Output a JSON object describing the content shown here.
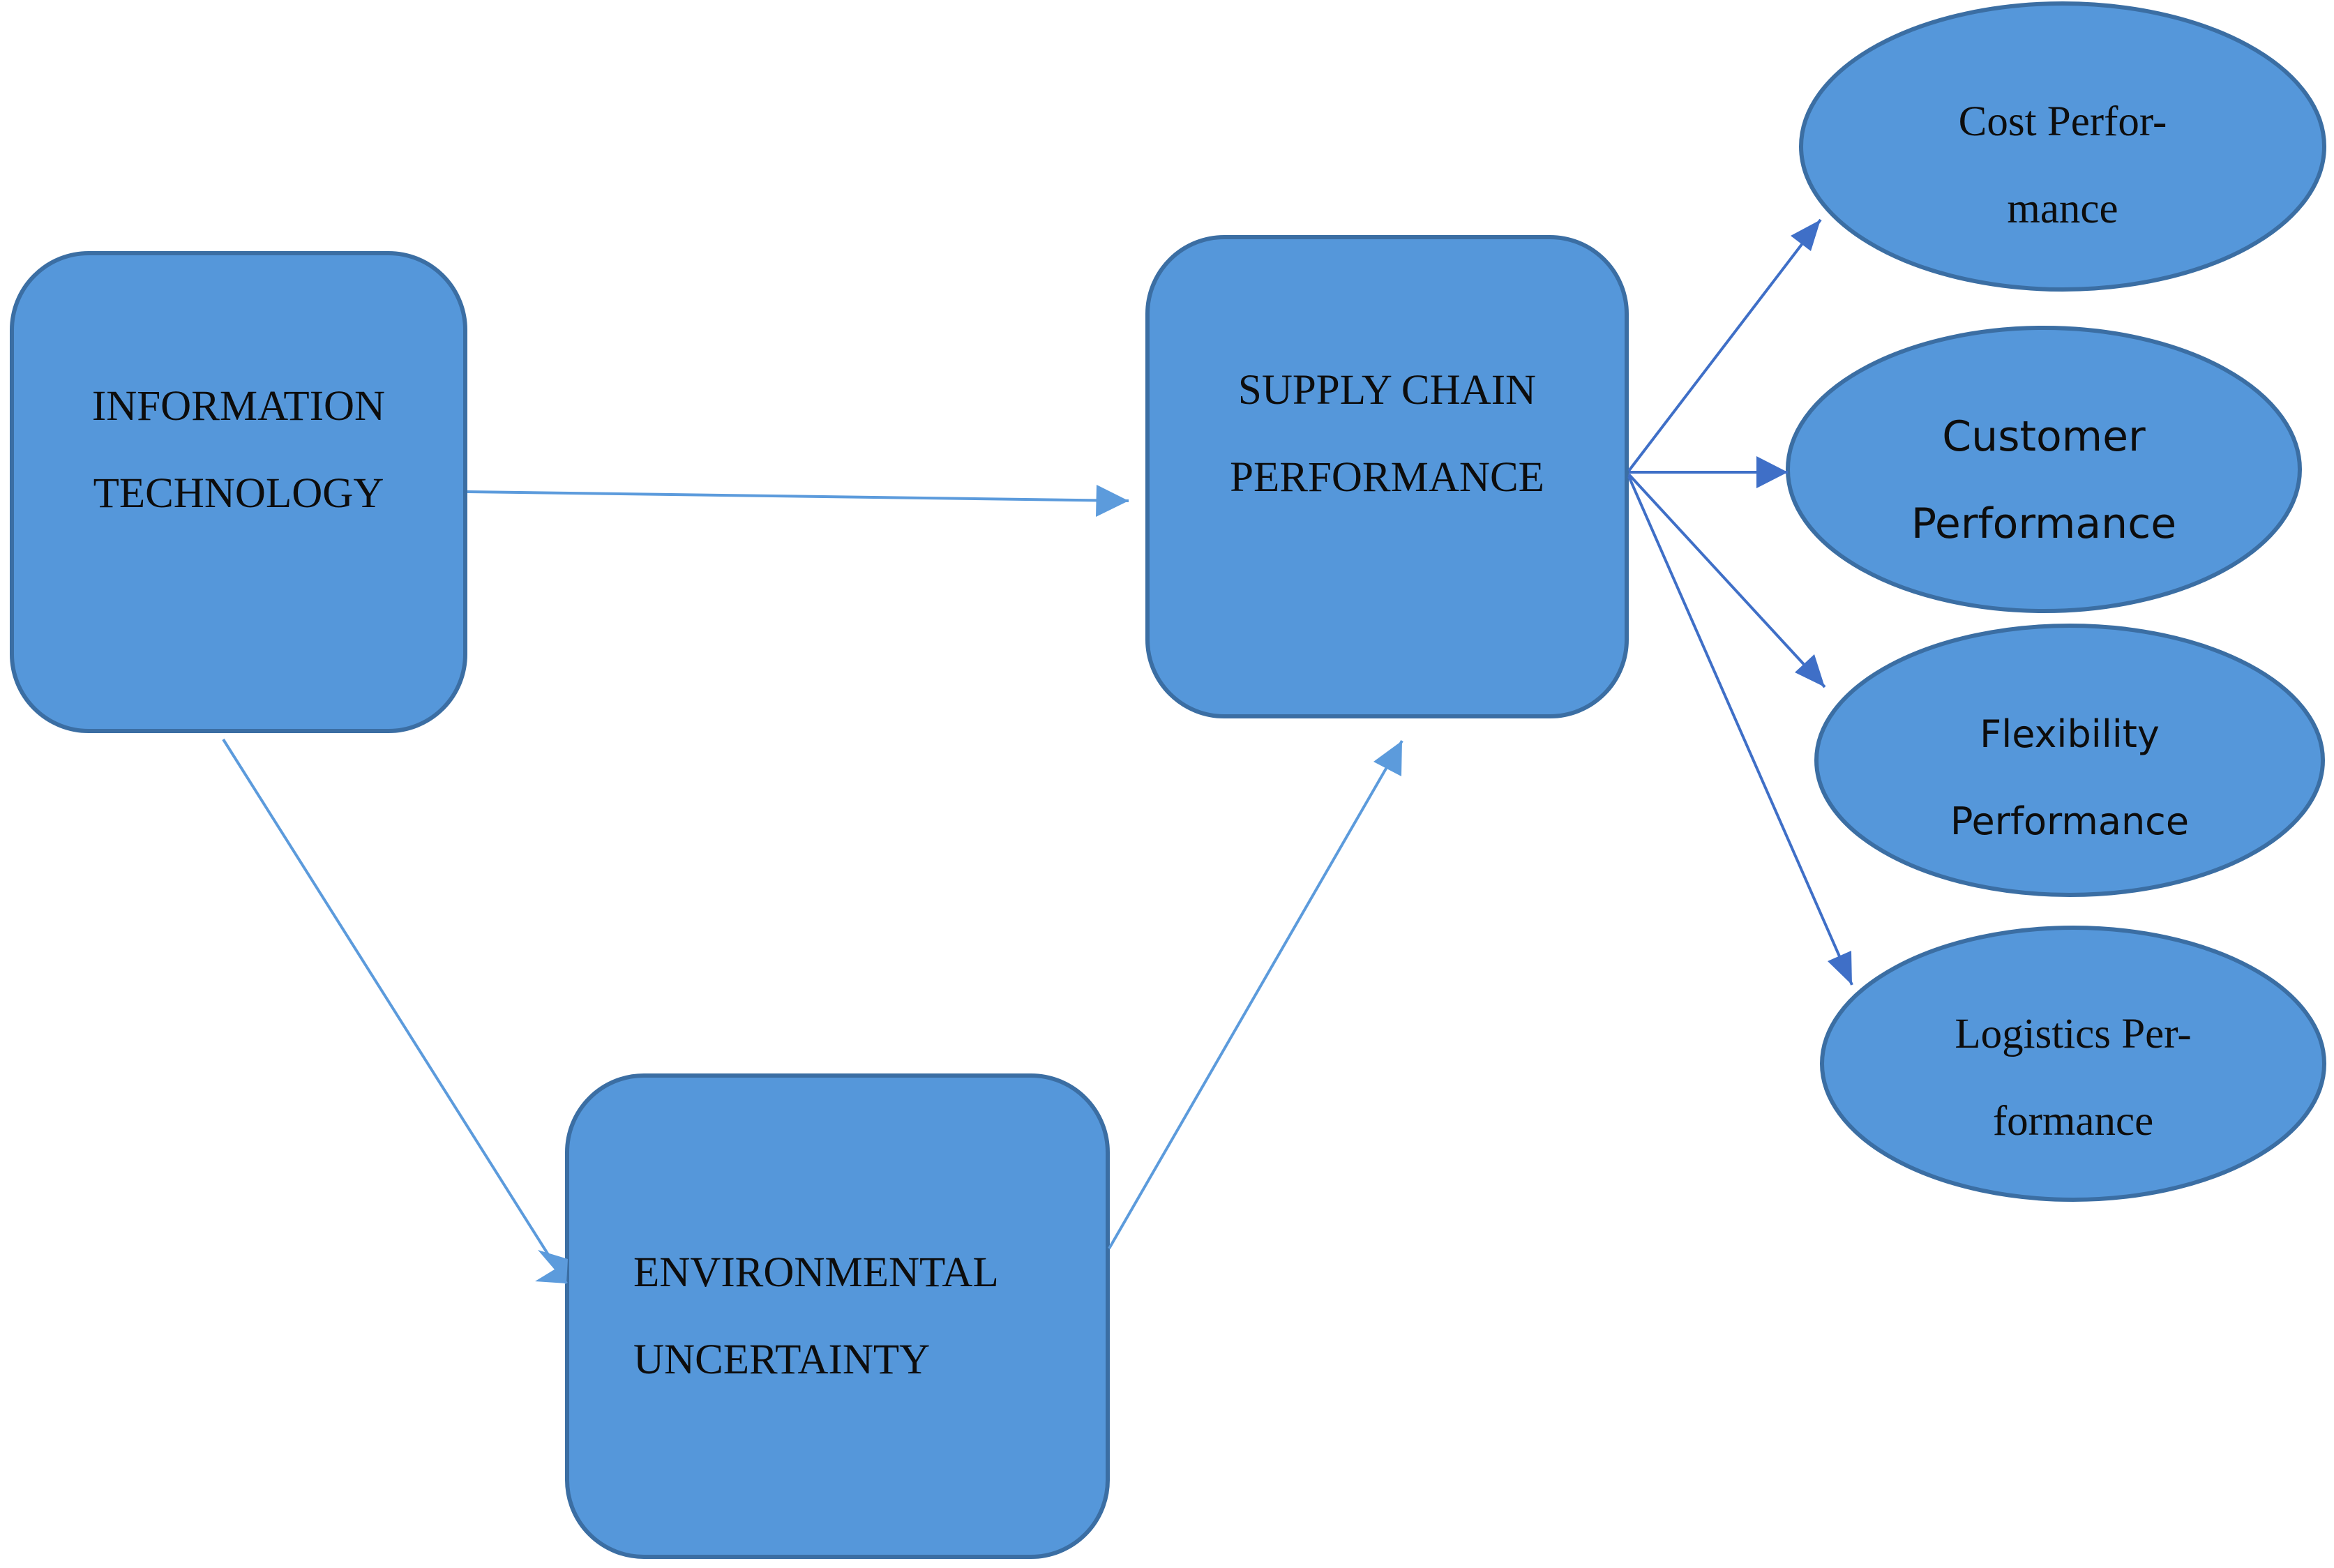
{
  "colors": {
    "node_fill": "#5597da",
    "node_stroke": "#3b6ea3",
    "arrow_light": "#5c9bdc",
    "arrow_dark": "#3f6fc7",
    "text": "#0d0d0d"
  },
  "nodes": {
    "information_technology": {
      "line1": "INFORMATION",
      "line2": "TECHNOLOGY"
    },
    "supply_chain_performance": {
      "line1": "SUPPLY CHAIN",
      "line2": "PERFORMANCE"
    },
    "environmental_uncertainty": {
      "line1": "ENVIRONMENTAL",
      "line2": "UNCERTAINTY"
    },
    "cost_performance": {
      "line1": "Cost Perfor-",
      "line2": "mance"
    },
    "customer_performance": {
      "line1": "Customer",
      "line2": "Performance"
    },
    "flexibility_performance": {
      "line1": "Flexibility",
      "line2": "Performance"
    },
    "logistics_performance": {
      "line1": "Logistics Per-",
      "line2": "formance"
    }
  }
}
